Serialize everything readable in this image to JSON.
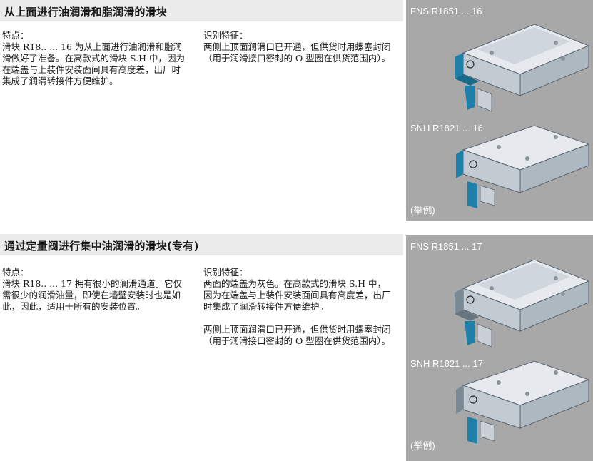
{
  "section1": {
    "title": "从上面进行油润滑和脂润滑的滑块",
    "features_label": "特点：",
    "features_text": "滑块 R18.. ... 16 为从上面进行油润滑和脂润滑做好了准备。在高款式的滑块 S.H 中，因为在端盖与上装件安装面间具有高度差，出厂时集成了润滑转接件方便维护。",
    "identification_label": "识别特征：",
    "identification_text": "两侧上顶面润滑口已开通，但供货时用螺塞封闭（用于润滑接口密封的 O 型圈在供货范围内）。",
    "panel": {
      "model_top": "FNS R1851 ... 16",
      "model_bottom": "SNH R1821 ... 16",
      "example": "(举例)"
    }
  },
  "section2": {
    "title": "通过定量阀进行集中油润滑的滑块(专有)",
    "features_label": "特点：",
    "features_text": "滑块 R18.. ... 17 拥有很小的润滑通道。它仅需很少的润滑油量，即使在墙壁安装时也是如此，因此，适用于所有的安装位置。",
    "identification_label": "识别特征：",
    "identification_text": "两面的端盖为灰色。在高款式的滑块 S.H 中，因为在端盖与上装件安装面间具有高度差，出厂时集成了润滑转接件方便维护。",
    "identification_text2": "两侧上顶面润滑口已开通，但供货时用螺塞封闭（用于润滑接口密封的 O 型圈在供货范围内）。",
    "panel": {
      "model_top": "FNS R1851 ... 17",
      "model_bottom": "SNH R1821 ... 17",
      "example": "(举例)"
    }
  },
  "colors": {
    "panel_gray": "#a8a8a8",
    "band_gray": "#ebebeb",
    "endcap_blue": "#1e7fa8",
    "endcap_gray": "#7a8a95",
    "metal": "#d8dde2"
  }
}
